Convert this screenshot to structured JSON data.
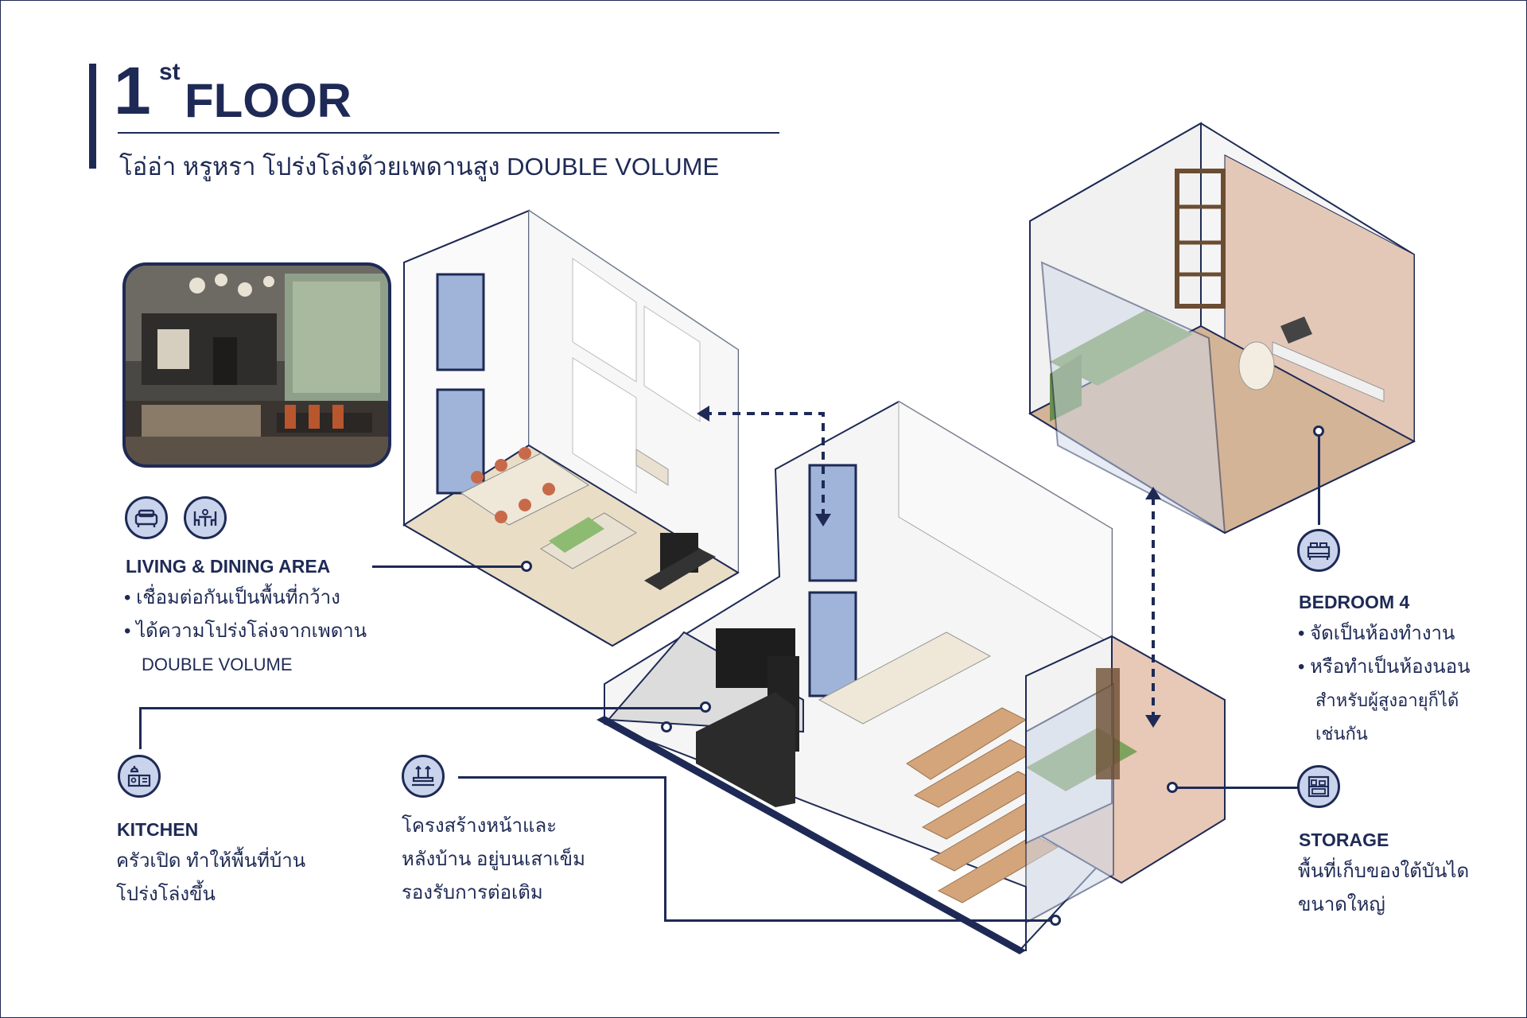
{
  "header": {
    "number": "1",
    "superscript": "st",
    "floor_word": "FLOOR",
    "subtitle": "โอ่อ่า หรูหรา โปร่งโล่งด้วยเพดานสูง DOUBLE VOLUME"
  },
  "callouts": {
    "living": {
      "icons": [
        "sofa-icon",
        "dining-table-icon"
      ],
      "title": "LIVING & DINING AREA",
      "lines": [
        "• เชื่อมต่อกันเป็นพื้นที่กว้าง",
        "• ได้ความโปร่งโล่งจากเพดาน"
      ],
      "extra": "DOUBLE VOLUME"
    },
    "kitchen": {
      "icon": "kitchen-icon",
      "title": "KITCHEN",
      "lines": [
        "ครัวเปิด ทำให้พื้นที่บ้าน",
        "โปร่งโล่งขึ้น"
      ]
    },
    "structure": {
      "icon": "pile-foundation-icon",
      "lines": [
        "โครงสร้างหน้าและ",
        "หลังบ้าน อยู่บนเสาเข็ม",
        "รองรับการต่อเติม"
      ]
    },
    "bedroom": {
      "icon": "bed-icon",
      "title": "BEDROOM 4",
      "lines": [
        "• จัดเป็นห้องทำงาน",
        "• หรือทำเป็นห้องนอน",
        "สำหรับผู้สูงอายุก็ได้",
        "เช่นกัน"
      ]
    },
    "storage": {
      "icon": "storage-shelf-icon",
      "title": "STORAGE",
      "lines": [
        "พื้นที่เก็บของใต้บันได",
        "ขนาดใหญ่"
      ]
    }
  },
  "colors": {
    "navy": "#1e2a55",
    "icon_fill": "#c9d4ec",
    "wood": "#c9a27a",
    "wall_pink": "#e3c8b8",
    "sofa_green": "#7fa35e",
    "glass": "#cfd9ea"
  }
}
